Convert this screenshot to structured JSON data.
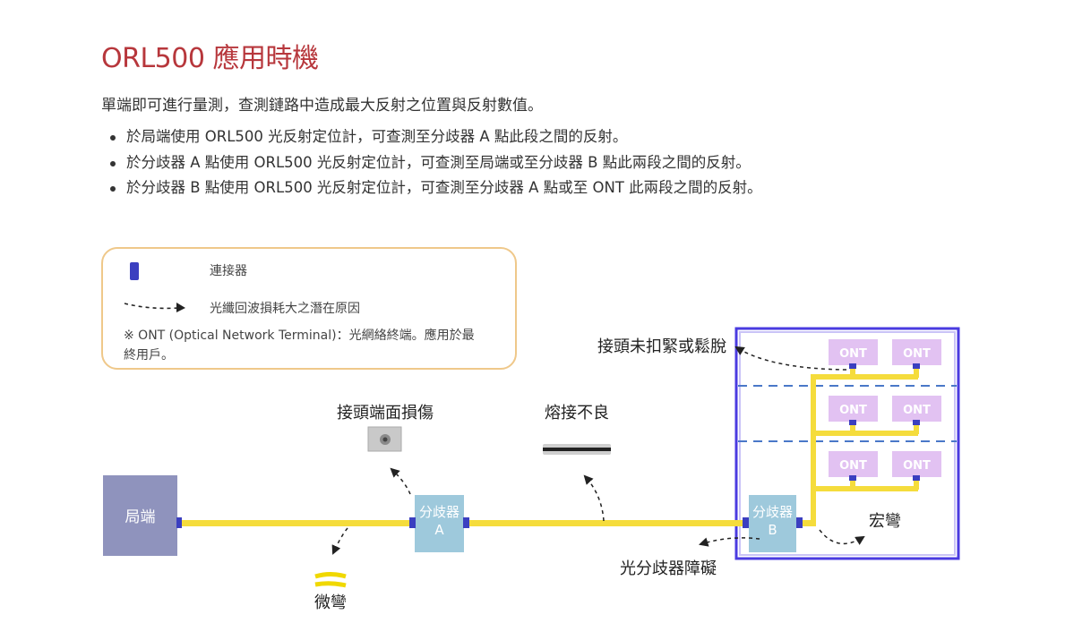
{
  "title": "ORL500 應用時機",
  "intro": "單端即可進行量測，查測鏈路中造成最大反射之位置與反射數值。",
  "bullets": [
    "於局端使用 ORL500 光反射定位計，可查測至分歧器 A 點此段之間的反射。",
    "於分歧器 A 點使用 ORL500 光反射定位計，可查測至局端或至分歧器 B 點此兩段之間的反射。",
    "於分歧器 B 點使用 ORL500 光反射定位計，可查測至分歧器 A 點或至 ONT 此兩段之間的反射。"
  ],
  "legend": {
    "connector_label": "連接器",
    "arrow_label": "光纖回波損耗大之潛在原因",
    "note_line1": "※ ONT (Optical Network Terminal)：光網絡終端。應用於最",
    "note_line2": "終用戶。"
  },
  "diagram": {
    "central_office": "局端",
    "splitter_a_line1": "分歧器",
    "splitter_a_line2": "A",
    "splitter_b_line1": "分歧器",
    "splitter_b_line2": "B",
    "ont_label": "ONT",
    "causes": {
      "connector_damage": "接頭端面損傷",
      "bad_splice": "熔接不良",
      "loose_connector": "接頭未扣緊或鬆脫",
      "micro_bend": "微彎",
      "macro_bend": "宏彎",
      "splitter_fault": "光分歧器障礙"
    }
  },
  "colors": {
    "title": "#b7373c",
    "fiber": "#f5dc3c",
    "connector": "#3b3fc0",
    "central_office": "#8f93bd",
    "splitter": "#9ec9dc",
    "ont": "#e2c2f2",
    "premises_border": "#4a3be0",
    "legend_border": "#efc88a"
  }
}
